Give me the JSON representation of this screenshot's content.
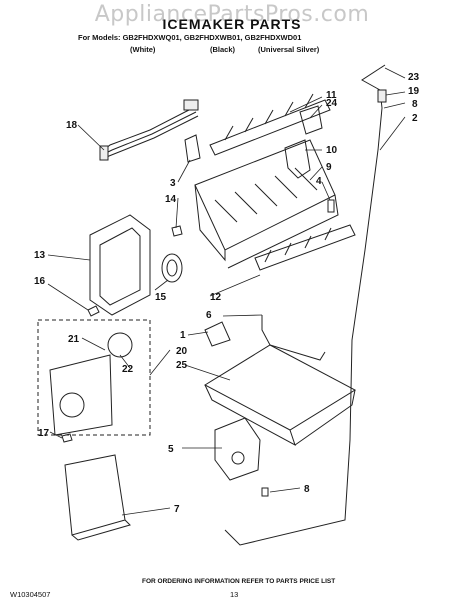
{
  "watermark": "AppliancePartsPros.com",
  "title": "ICEMAKER PARTS",
  "models_line": "For Models: GB2FHDXWQ01, GB2FHDXWB01, GB2FHDXWD01",
  "variants": [
    "(White)",
    "(Black)",
    "(Universal Silver)"
  ],
  "footer_note": "FOR ORDERING INFORMATION REFER TO PARTS PRICE LIST",
  "doc_number": "W10304507",
  "page_number": "13",
  "callouts": [
    {
      "id": "c23",
      "label": "23"
    },
    {
      "id": "c19",
      "label": "19"
    },
    {
      "id": "c8a",
      "label": "8"
    },
    {
      "id": "c2",
      "label": "2"
    },
    {
      "id": "c11",
      "label": "11"
    },
    {
      "id": "c24",
      "label": "24"
    },
    {
      "id": "c18",
      "label": "18"
    },
    {
      "id": "c10",
      "label": "10"
    },
    {
      "id": "c9",
      "label": "9"
    },
    {
      "id": "c3",
      "label": "3"
    },
    {
      "id": "c4",
      "label": "4"
    },
    {
      "id": "c14",
      "label": "14"
    },
    {
      "id": "c13",
      "label": "13"
    },
    {
      "id": "c16",
      "label": "16"
    },
    {
      "id": "c15",
      "label": "15"
    },
    {
      "id": "c12",
      "label": "12"
    },
    {
      "id": "c6",
      "label": "6"
    },
    {
      "id": "c1",
      "label": "1"
    },
    {
      "id": "c21",
      "label": "21"
    },
    {
      "id": "c20",
      "label": "20"
    },
    {
      "id": "c22",
      "label": "22"
    },
    {
      "id": "c25",
      "label": "25"
    },
    {
      "id": "c17",
      "label": "17"
    },
    {
      "id": "c5",
      "label": "5"
    },
    {
      "id": "c8b",
      "label": "8"
    },
    {
      "id": "c7",
      "label": "7"
    }
  ]
}
